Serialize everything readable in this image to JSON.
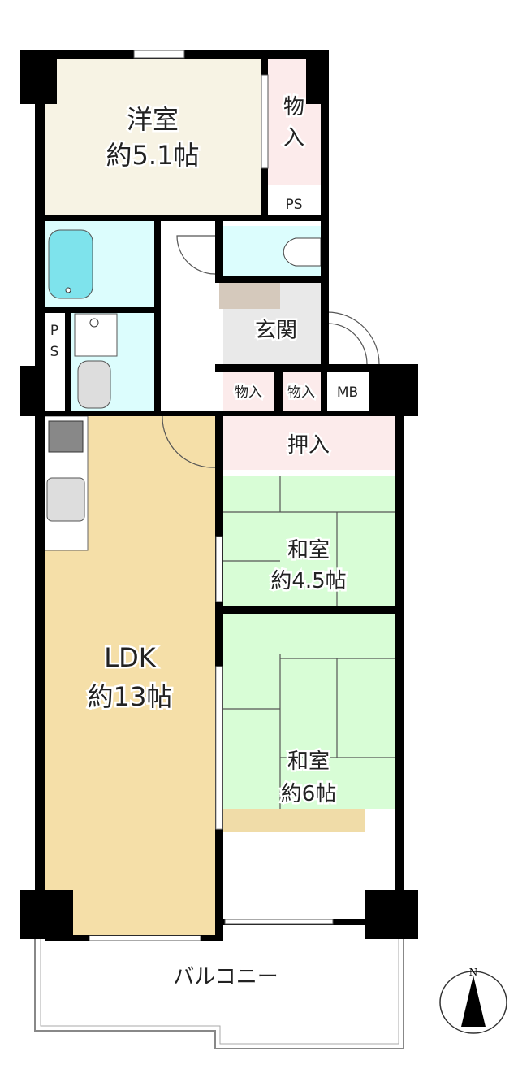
{
  "rooms": {
    "western_room": {
      "name": "洋室",
      "size": "約5.1帖"
    },
    "storage_top": {
      "name_1": "物",
      "name_2": "入"
    },
    "ps_top": "PS",
    "ps_left_1": "P",
    "ps_left_2": "S",
    "entrance": "玄関",
    "storage_1": "物入",
    "storage_2": "物入",
    "mb": "MB",
    "closet": "押入",
    "japanese_room_1": {
      "name": "和室",
      "size": "約4.5帖"
    },
    "japanese_room_2": {
      "name": "和室",
      "size": "約6帖"
    },
    "ldk": {
      "name": "LDK",
      "size": "約13帖"
    },
    "balcony": "バルコニー"
  },
  "compass": {
    "label": "N"
  },
  "colors": {
    "western": "#f7f3e4",
    "storage": "#fcebeb",
    "wet": "#dcfdfd",
    "tub": "#7ee3ec",
    "entrance": "#e9e9e9",
    "tatami": "#d8fdd6",
    "ldk": "#f5dfa8",
    "wall": "#000000"
  }
}
